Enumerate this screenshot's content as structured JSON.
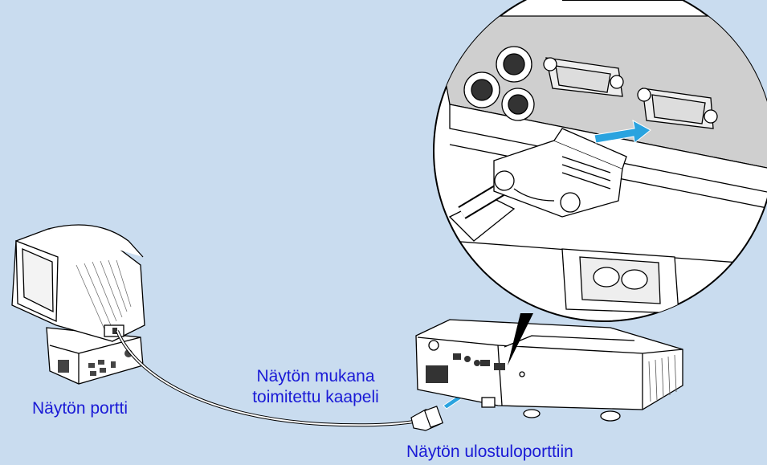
{
  "labels": {
    "monitor_port": "Näytön portti",
    "cable": [
      "Näytön mukana",
      "toimitettu kaapeli"
    ],
    "output_port": "Näytön ulostuloporttiin"
  },
  "colors": {
    "background": "#c9dcef",
    "label_text": "#1a1ad6",
    "arrow": "#2aa3df",
    "device_fill": "#ffffff",
    "outline": "#000000"
  },
  "icons": [
    "monitor-icon",
    "projector-icon",
    "vga-connector-icon",
    "insert-arrow-icon",
    "magnifier-circle-icon"
  ]
}
